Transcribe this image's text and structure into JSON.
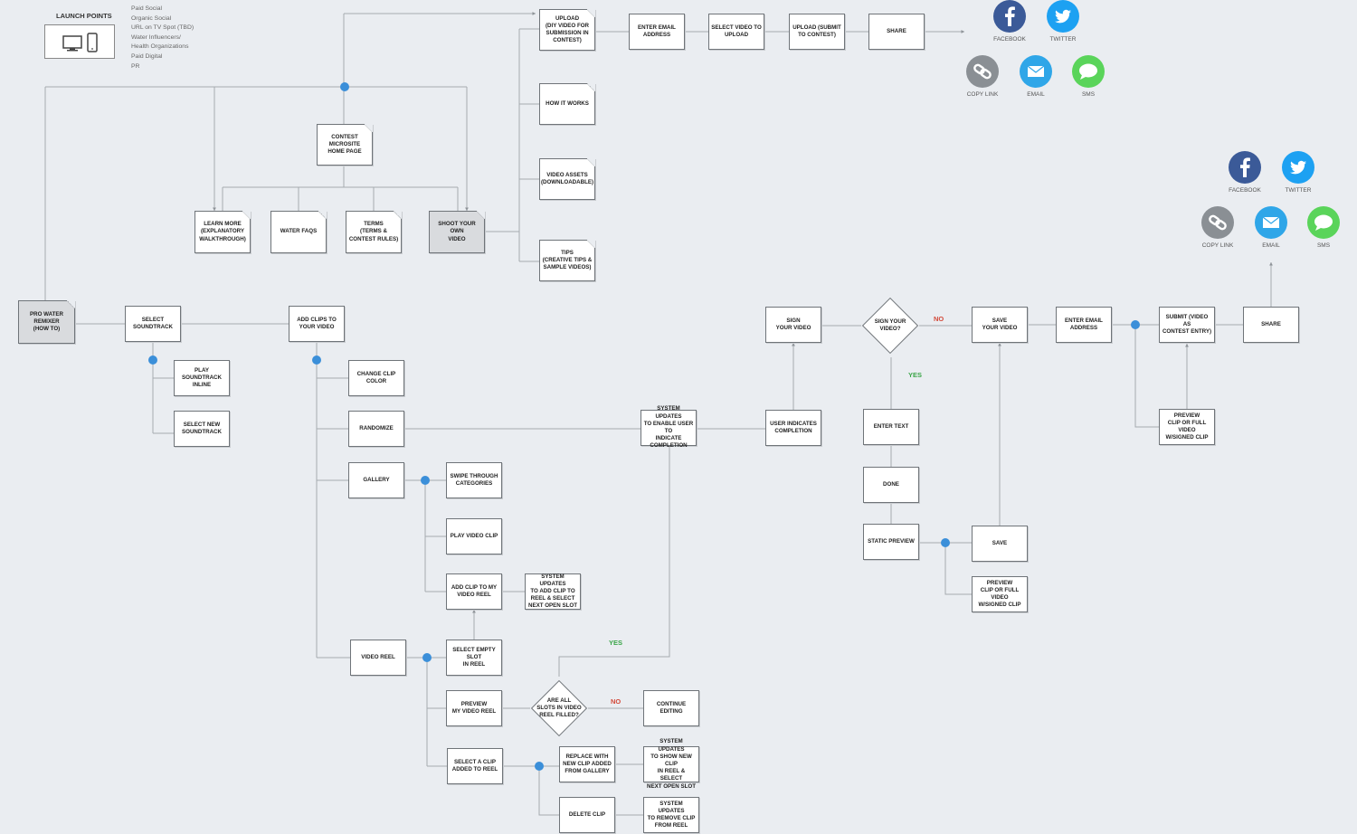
{
  "launch": {
    "title": "LAUNCH POINTS",
    "sources": [
      "Paid Social",
      "Organic Social",
      "URL on TV Spot (TBD)",
      "Water Influencers/",
      "Health Organizations",
      "Paid Digital",
      "PR"
    ]
  },
  "colors": {
    "background": "#eaedf1",
    "dot": "#3b8fd9",
    "yes": "#3aa548",
    "no": "#d34a3a",
    "facebook": "#3b5a98",
    "twitter": "#1da1f2",
    "link": "#8a8f94",
    "email": "#2fa6e8",
    "sms": "#5ad45a"
  },
  "nodes": [
    {
      "id": "upload",
      "lines": [
        "UPLOAD",
        "(DIY VIDEO FOR",
        "SUBMISSION IN",
        "CONTEST)"
      ],
      "page": true
    },
    {
      "id": "enter-email-1",
      "lines": [
        "ENTER EMAIL",
        "ADDRESS"
      ]
    },
    {
      "id": "select-video",
      "lines": [
        "SELECT VIDEO TO",
        "UPLOAD"
      ]
    },
    {
      "id": "upload-submit",
      "lines": [
        "UPLOAD (SUBMIT",
        "TO CONTEST)"
      ]
    },
    {
      "id": "share-1",
      "lines": [
        "SHARE"
      ]
    },
    {
      "id": "how-it-works",
      "lines": [
        "HOW IT WORKS"
      ],
      "page": true
    },
    {
      "id": "video-assets",
      "lines": [
        "VIDEO ASSETS",
        "(DOWNLOADABLE)"
      ],
      "page": true
    },
    {
      "id": "tips",
      "lines": [
        "TIPS",
        "(CREATIVE TIPS &",
        "SAMPLE VIDEOS)"
      ],
      "page": true
    },
    {
      "id": "contest-home",
      "lines": [
        "CONTEST MICROSITE",
        "HOME PAGE"
      ],
      "page": true
    },
    {
      "id": "learn-more",
      "lines": [
        "LEARN MORE",
        "(EXPLANATORY",
        "WALKTHROUGH)"
      ],
      "page": true
    },
    {
      "id": "water-faqs",
      "lines": [
        "WATER FAQS"
      ],
      "page": true
    },
    {
      "id": "terms",
      "lines": [
        "TERMS",
        "(TERMS &",
        "CONTEST RULES)"
      ],
      "page": true
    },
    {
      "id": "shoot-video",
      "lines": [
        "SHOOT YOUR OWN",
        "VIDEO"
      ],
      "page": true,
      "grey": true
    },
    {
      "id": "pro-remixer",
      "lines": [
        "PRO WATER",
        "REMIXER",
        "(HOW TO)"
      ],
      "page": true,
      "grey": true
    },
    {
      "id": "select-soundtrack",
      "lines": [
        "SELECT",
        "SOUNDTRACK"
      ]
    },
    {
      "id": "play-soundtrack",
      "lines": [
        "PLAY SOUNDTRACK",
        "INLINE"
      ]
    },
    {
      "id": "select-new-soundtrack",
      "lines": [
        "SELECT NEW",
        "SOUNDTRACK"
      ]
    },
    {
      "id": "add-clips",
      "lines": [
        "ADD CLIPS TO",
        "YOUR VIDEO"
      ]
    },
    {
      "id": "change-clip-color",
      "lines": [
        "CHANGE CLIP",
        "COLOR"
      ]
    },
    {
      "id": "randomize",
      "lines": [
        "RANDOMIZE"
      ]
    },
    {
      "id": "gallery",
      "lines": [
        "GALLERY"
      ]
    },
    {
      "id": "swipe",
      "lines": [
        "SWIPE THROUGH",
        "CATEGORIES"
      ]
    },
    {
      "id": "play-clip",
      "lines": [
        "PLAY VIDEO CLIP"
      ]
    },
    {
      "id": "add-clip-reel",
      "lines": [
        "ADD CLIP TO MY",
        "VIDEO REEL"
      ]
    },
    {
      "id": "sys-add-clip",
      "lines": [
        "SYSTEM UPDATES",
        "TO ADD CLIP TO",
        "REEL & SELECT",
        "NEXT OPEN SLOT"
      ]
    },
    {
      "id": "video-reel",
      "lines": [
        "VIDEO REEL"
      ]
    },
    {
      "id": "select-empty-slot",
      "lines": [
        "SELECT EMPTY SLOT",
        "IN REEL"
      ]
    },
    {
      "id": "preview-reel",
      "lines": [
        "PREVIEW",
        "MY VIDEO REEL"
      ]
    },
    {
      "id": "continue-editing",
      "lines": [
        "CONTINUE EDITING"
      ]
    },
    {
      "id": "select-clip-added",
      "lines": [
        "SELECT A CLIP",
        "ADDED TO REEL"
      ]
    },
    {
      "id": "replace-clip",
      "lines": [
        "REPLACE WITH",
        "NEW CLIP ADDED",
        "FROM GALLERY"
      ]
    },
    {
      "id": "sys-show-clip",
      "lines": [
        "SYSTEM UPDATES",
        "TO SHOW NEW CLIP",
        "IN REEL & SELECT",
        "NEXT OPEN SLOT"
      ]
    },
    {
      "id": "delete-clip",
      "lines": [
        "DELETE CLIP"
      ]
    },
    {
      "id": "sys-remove-clip",
      "lines": [
        "SYSTEM UPDATES",
        "TO REMOVE CLIP",
        "FROM REEL"
      ]
    },
    {
      "id": "sys-completion",
      "lines": [
        "SYSTEM UPDATES",
        "TO ENABLE USER TO",
        "INDICATE",
        "COMPLETION"
      ]
    },
    {
      "id": "user-indicates",
      "lines": [
        "USER INDICATES",
        "COMPLETION"
      ]
    },
    {
      "id": "sign-video",
      "lines": [
        "SIGN",
        "YOUR VIDEO"
      ]
    },
    {
      "id": "enter-text",
      "lines": [
        "ENTER TEXT"
      ]
    },
    {
      "id": "done",
      "lines": [
        "DONE"
      ]
    },
    {
      "id": "static-preview",
      "lines": [
        "STATIC PREVIEW"
      ]
    },
    {
      "id": "save",
      "lines": [
        "SAVE"
      ]
    },
    {
      "id": "preview-signed-1",
      "lines": [
        "PREVIEW",
        "CLIP OR FULL VIDEO",
        "W/SIGNED CLIP"
      ]
    },
    {
      "id": "save-video",
      "lines": [
        "SAVE",
        "YOUR VIDEO"
      ]
    },
    {
      "id": "enter-email-2",
      "lines": [
        "ENTER EMAIL",
        "ADDRESS"
      ]
    },
    {
      "id": "submit-entry",
      "lines": [
        "SUBMIT (VIDEO AS",
        "CONTEST ENTRY)"
      ]
    },
    {
      "id": "preview-signed-2",
      "lines": [
        "PREVIEW",
        "CLIP OR FULL VIDEO",
        "W/SIGNED CLIP"
      ]
    },
    {
      "id": "share-2",
      "lines": [
        "SHARE"
      ]
    }
  ],
  "decisions": [
    {
      "id": "reel-filled",
      "lines": [
        "ARE ALL",
        "SLOTS IN VIDEO",
        "REEL FILLED?"
      ]
    },
    {
      "id": "sign-decision",
      "lines": [
        "SIGN YOUR",
        "VIDEO?"
      ]
    }
  ],
  "labels": {
    "yes_reel": "YES",
    "no_reel": "NO",
    "yes_sign": "YES",
    "no_sign": "NO"
  },
  "share_options": [
    {
      "id": "facebook",
      "label": "FACEBOOK",
      "icon": "facebook-icon"
    },
    {
      "id": "twitter",
      "label": "TWITTER",
      "icon": "twitter-icon"
    },
    {
      "id": "copy-link",
      "label": "COPY LINK",
      "icon": "link-icon"
    },
    {
      "id": "email",
      "label": "EMAIL",
      "icon": "email-icon"
    },
    {
      "id": "sms",
      "label": "SMS",
      "icon": "sms-icon"
    }
  ]
}
